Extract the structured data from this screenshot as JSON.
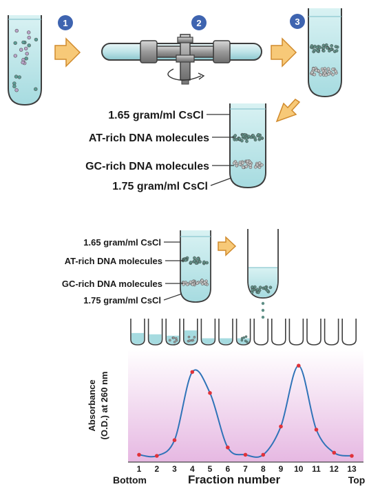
{
  "steps": [
    "1",
    "2",
    "3"
  ],
  "top_labels": [
    "1.65 gram/ml CsCl",
    "AT-rich DNA molecules",
    "GC-rich DNA molecules",
    "1.75 gram/ml CsCl"
  ],
  "mid_labels": [
    "1.65 gram/ml CsCl",
    "AT-rich DNA molecules",
    "GC-rich DNA molecules",
    "1.75 gram/ml CsCl"
  ],
  "fraction_tubes": [
    {
      "fill": 0.45,
      "dots": false
    },
    {
      "fill": 0.4,
      "dots": false
    },
    {
      "fill": 0.35,
      "dots": true
    },
    {
      "fill": 0.55,
      "dots": true
    },
    {
      "fill": 0.25,
      "dots": false
    },
    {
      "fill": 0.25,
      "dots": false
    },
    {
      "fill": 0.25,
      "dots": true
    },
    {
      "fill": 0,
      "dots": false
    },
    {
      "fill": 0,
      "dots": false
    },
    {
      "fill": 0,
      "dots": false
    },
    {
      "fill": 0,
      "dots": false
    },
    {
      "fill": 0,
      "dots": false
    },
    {
      "fill": 0,
      "dots": false
    }
  ],
  "colors": {
    "liquid": "#a6dbe0",
    "liquid_dark": "#7fc6ce",
    "tube_outline": "#3d3d3d",
    "arrow": "#f7c978",
    "arrow_stroke": "#d08a2c",
    "step_circle": "#3e64b0",
    "curve": "#2f73b8",
    "point": "#e0323a",
    "chart_top": "#ffffff",
    "chart_bottom": "#e6b8e2"
  },
  "chart_data": {
    "type": "line",
    "xlabel": "Fraction number",
    "ylabel_line1": "Absorbance",
    "ylabel_line2": "(O.D.) at 260 nm",
    "x_left_label": "Bottom",
    "x_right_label": "Top",
    "x": [
      1,
      2,
      3,
      4,
      5,
      6,
      7,
      8,
      9,
      10,
      11,
      12,
      13
    ],
    "tick_labels": [
      "1",
      "2",
      "3",
      "4",
      "5",
      "6",
      "7",
      "8",
      "9",
      "10",
      "11",
      "12",
      "13"
    ],
    "y": [
      0.03,
      0.02,
      0.17,
      0.82,
      0.62,
      0.1,
      0.03,
      0.03,
      0.3,
      0.88,
      0.27,
      0.05,
      0.02
    ],
    "xlim": [
      1,
      13
    ],
    "ylim": [
      0,
      1
    ],
    "grid": false
  }
}
